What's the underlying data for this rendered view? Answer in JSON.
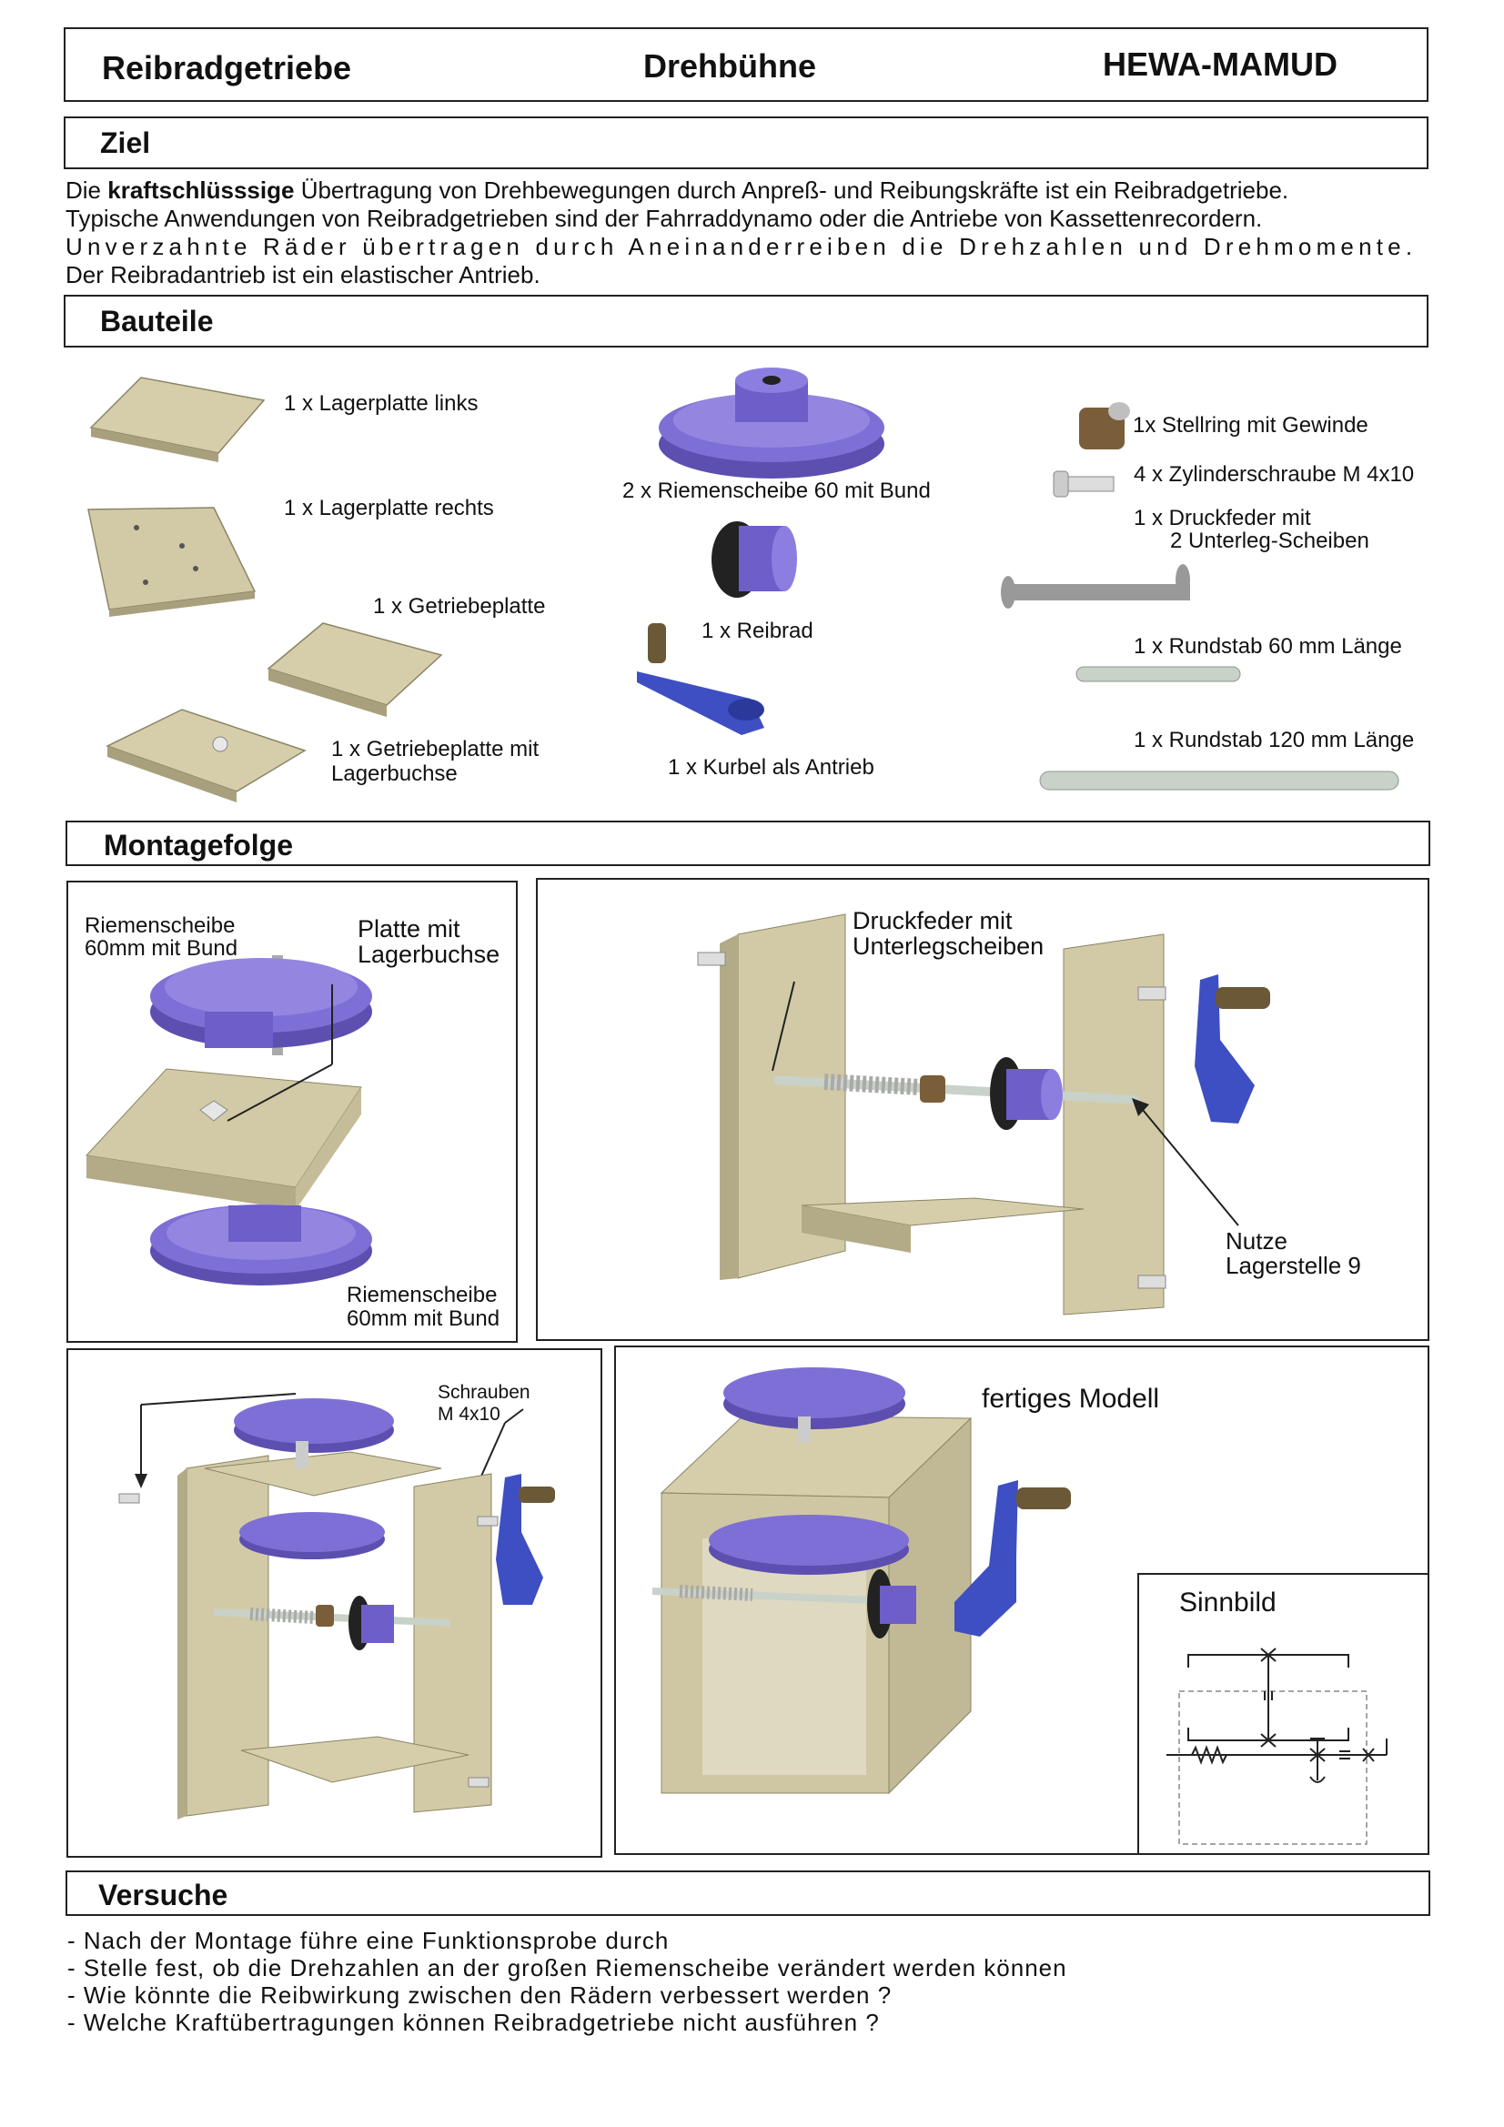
{
  "header": {
    "left": "Reibradgetriebe",
    "center": "Drehbühne",
    "right": "HEWA-MAMUD"
  },
  "ziel": {
    "title": "Ziel",
    "line1_pre": "Die ",
    "line1_bold": "kraftschlüsssige",
    "line1_post": " Übertragung von Drehbewegungen durch Anpreß- und Reibungskräfte ist ein Reibradgetriebe.",
    "line2": "Typische Anwendungen von Reibradgetrieben sind der Fahrraddynamo oder die Antriebe von Kassettenrecordern.",
    "line3": "Unverzahnte Räder übertragen durch Aneinanderreiben die Drehzahlen und Drehmomente.",
    "line4": "Der Reibradantrieb ist ein elastischer Antrieb."
  },
  "bauteile": {
    "title": "Bauteile",
    "parts": {
      "lagerplatte_links": "1 x Lagerplatte links",
      "lagerplatte_rechts": "1 x Lagerplatte rechts",
      "getriebeplatte": "1 x Getriebeplatte",
      "getriebeplatte_lager_1": "1 x Getriebeplatte mit",
      "getriebeplatte_lager_2": "Lagerbuchse",
      "riemenscheibe": "2 x Riemenscheibe 60 mit Bund",
      "reibrad": "1 x Reibrad",
      "kurbel": "1 x Kurbel als Antrieb",
      "stellring": "1x Stellring mit Gewinde",
      "zylinderschraube": "4 x Zylinderschraube M 4x10",
      "druckfeder_1": "1 x Druckfeder mit",
      "druckfeder_2": "2 Unterleg-Scheiben",
      "rundstab60": "1 x Rundstab 60 mm Länge",
      "rundstab120": "1 x Rundstab 120 mm Länge"
    }
  },
  "montagefolge": {
    "title": "Montagefolge",
    "step1": {
      "riemen_top_1": "Riemenscheibe",
      "riemen_top_2": "60mm mit Bund",
      "platte_1": "Platte mit",
      "platte_2": "Lagerbuchse",
      "riemen_bot_1": "Riemenscheibe",
      "riemen_bot_2": "60mm mit Bund"
    },
    "step2": {
      "druckfeder_1": "Druckfeder mit",
      "druckfeder_2": "Unterlegscheiben",
      "nutze_1": "Nutze",
      "nutze_2": "Lagerstelle 9"
    },
    "step3": {
      "schrauben_1": "Schrauben",
      "schrauben_2": "M 4x10"
    },
    "step4": {
      "fertig": "fertiges Modell",
      "sinnbild": "Sinnbild"
    }
  },
  "versuche": {
    "title": "Versuche",
    "items": [
      "- Nach der Montage führe eine Funktionsprobe durch",
      "- Stelle fest, ob die Drehzahlen an der großen Riemenscheibe verändert werden können",
      "- Wie könnte die Reibwirkung zwischen den Rädern verbessert werden ?",
      "- Welche Kraftübertragungen können Reibradgetriebe nicht ausführen ?"
    ]
  },
  "colors": {
    "wood": "#cfc7a3",
    "wood_dark": "#a8a07c",
    "pulley": "#7e6fd6",
    "crank": "#3d4fc2",
    "rod": "#c8d2c8"
  }
}
